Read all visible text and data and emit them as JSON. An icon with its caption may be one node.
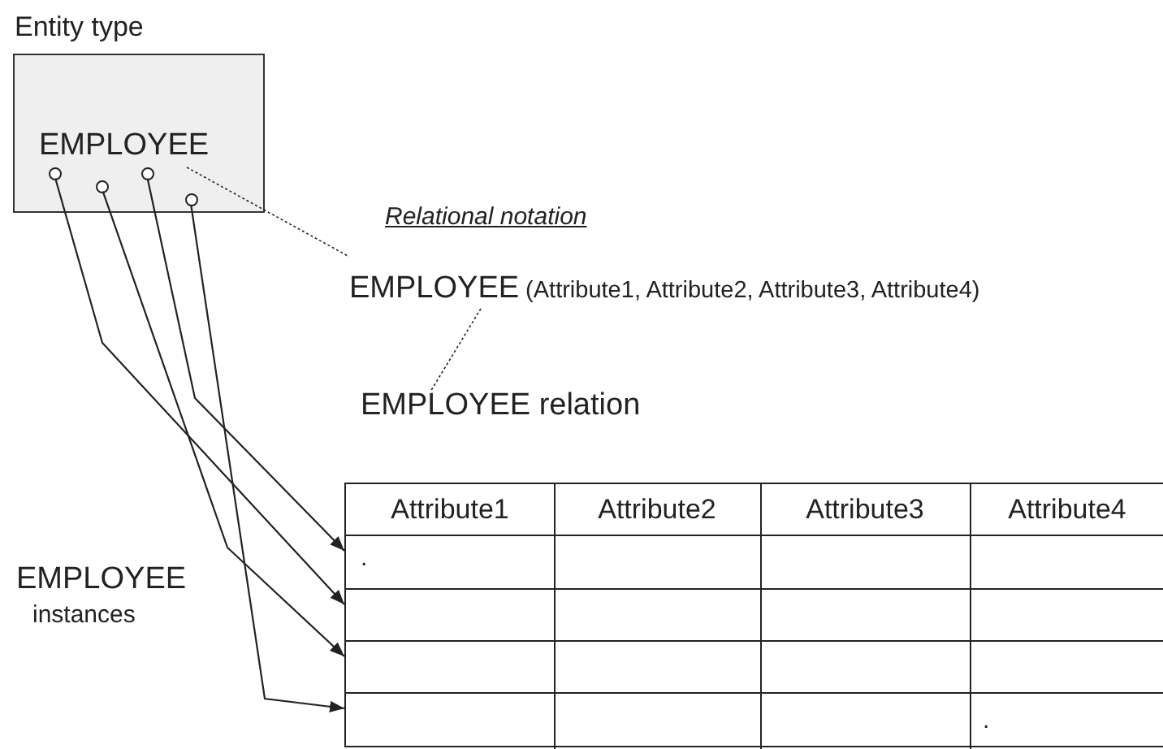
{
  "diagram": {
    "nodes": [
      {
        "text": [
          "Entity type",
          "EMPLOYEE"
        ]
      },
      {
        "text": [],
        "shape": "circle",
        "in": 0
      },
      {
        "text": [],
        "shape": "circle",
        "in": 0
      },
      {
        "text": [],
        "shape": "circle",
        "in": 0
      },
      {
        "text": [],
        "shape": "circle",
        "in": 0
      },
      {
        "text": [
          "EMPLOYEE",
          "(Attribute1, Attribute2, Attribute3, Attribute4)"
        ]
      },
      {
        "text": [
          "EMPLOYEE relation"
        ]
      },
      {
        "text": [],
        "shape": "box"
      },
      {
        "text": [],
        "shape": "box",
        "in": 7
      },
      {
        "text": [],
        "shape": "box",
        "in": 7
      },
      {
        "text": [],
        "shape": "box",
        "in": 7
      },
      {
        "text": [],
        "shape": "box",
        "in": 7
      }
    ],
    "edges": [
      {
        "from": 1,
        "to": 9,
        "arrow": "to"
      },
      {
        "from": 2,
        "to": 10,
        "arrow": "to"
      },
      {
        "from": 3,
        "to": 8,
        "arrow": "to"
      },
      {
        "from": 4,
        "to": 11,
        "arrow": "to"
      },
      {
        "from": 0,
        "to": 5,
        "arrow": "none",
        "style": "dashed"
      },
      {
        "from": 5,
        "to": 6,
        "arrow": "none",
        "style": "dashed"
      }
    ],
    "labels": [
      "Relational notation",
      "Attribute1",
      "Attribute2",
      "Attribute3",
      "Attribute4",
      ".",
      "EMPLOYEE",
      "instances",
      "."
    ]
  }
}
